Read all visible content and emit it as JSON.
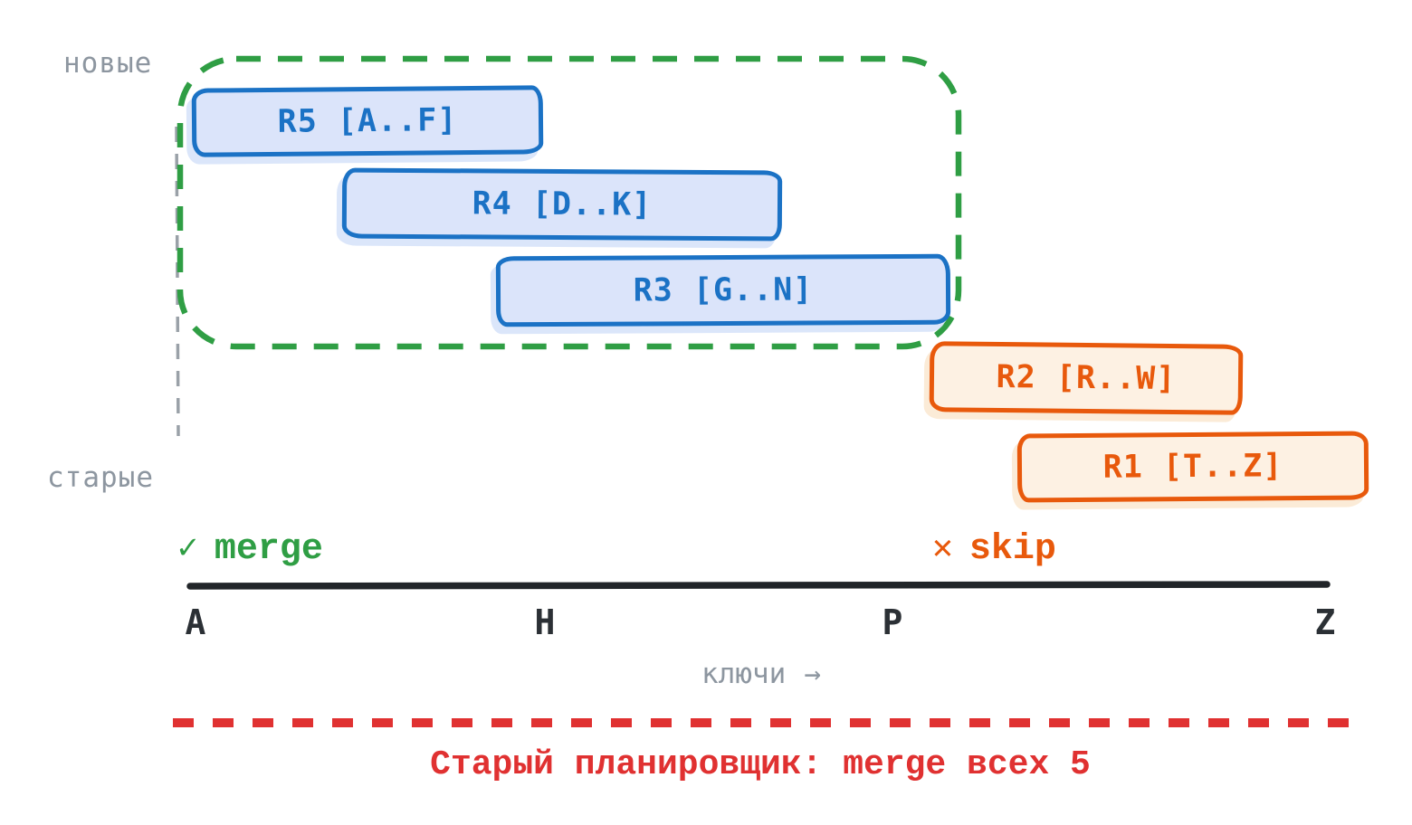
{
  "groups": {
    "new": {
      "label": "новые",
      "outline_color": "#2f9e44"
    },
    "old": {
      "label": "старые"
    }
  },
  "ranges": [
    {
      "id": "R5",
      "label": "R5 [A..F]",
      "group": "new",
      "color": "#1b72c5"
    },
    {
      "id": "R4",
      "label": "R4 [D..K]",
      "group": "new",
      "color": "#1b72c5"
    },
    {
      "id": "R3",
      "label": "R3 [G..N]",
      "group": "new",
      "color": "#1b72c5"
    },
    {
      "id": "R2",
      "label": "R2 [R..W]",
      "group": "old",
      "color": "#e8590c"
    },
    {
      "id": "R1",
      "label": "R1 [T..Z]",
      "group": "old",
      "color": "#e8590c"
    }
  ],
  "annotations": {
    "merge": {
      "icon": "✓",
      "label": "merge",
      "color": "#2f9e44"
    },
    "skip": {
      "icon": "✕",
      "label": "skip",
      "color": "#e8590c"
    }
  },
  "axis": {
    "ticks": [
      "A",
      "H",
      "P",
      "Z"
    ],
    "label": "ключи",
    "arrow": "→",
    "line_color": "#212529"
  },
  "footer": {
    "caption": "Старый планировщик: merge всех 5",
    "divider_color": "#e03131"
  },
  "colors": {
    "blue_border": "#1b72c5",
    "blue_fill": "#dbe4fa",
    "orange_border": "#e8590c",
    "orange_fill": "#fdf1e3",
    "green": "#2f9e44",
    "red": "#e03131",
    "gray_label": "#8d96a0",
    "axis_black": "#212529"
  }
}
